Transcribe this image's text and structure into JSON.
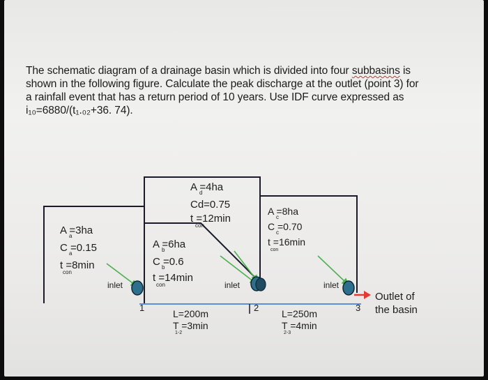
{
  "problem": {
    "line1": "The schematic diagram of a drainage basin which is divided into four ",
    "line1_squiggle": "subbasins",
    "line1_end": " is",
    "line2": "shown in the following figure. Calculate the peak discharge at the outlet (point 3) for",
    "line3": "a rainfall event that has a return period of 10 years. Use IDF curve expressed as",
    "line4": "i₁₀=6880/(t₁.₀₂+36. 74)."
  },
  "subbasin_a": {
    "area": "A =3ha",
    "area_sub": "a",
    "coef": "C =0.15",
    "coef_sub": "a",
    "tcon": "t   =8min",
    "tcon_sub": "con"
  },
  "subbasin_b": {
    "area": "A =6ha",
    "area_sub": "b",
    "coef": "C =0.6",
    "coef_sub": "b",
    "tcon": "t   =14min",
    "tcon_sub": "con"
  },
  "subbasin_d": {
    "area": "A =4ha",
    "area_sub": "d",
    "coef": "Cd=0.75",
    "tcon": "t   =12min",
    "tcon_sub": "con"
  },
  "subbasin_c": {
    "area": "A =8ha",
    "area_sub": "c",
    "coef": "C =0.70",
    "coef_sub": "c",
    "tcon": "t   =16min",
    "tcon_sub": "con"
  },
  "inlets": [
    "inlet",
    "inlet",
    "inlet"
  ],
  "points": [
    "1",
    "2",
    "3"
  ],
  "reach_12": {
    "length": "L=200m",
    "time": "T   =3min",
    "time_sub": "1-2"
  },
  "reach_23": {
    "length": "L=250m",
    "time": "T   =4min",
    "time_sub": "2-3"
  },
  "outlet": {
    "line1": "Outlet of",
    "line2": "the basin"
  },
  "colors": {
    "basin_line": "#1a1a2a",
    "inlet_fill": "#2e6f8e",
    "arrow_green": "#4caf50",
    "outlet_arrow": "#e53935",
    "channel": "#5b8fd6"
  }
}
